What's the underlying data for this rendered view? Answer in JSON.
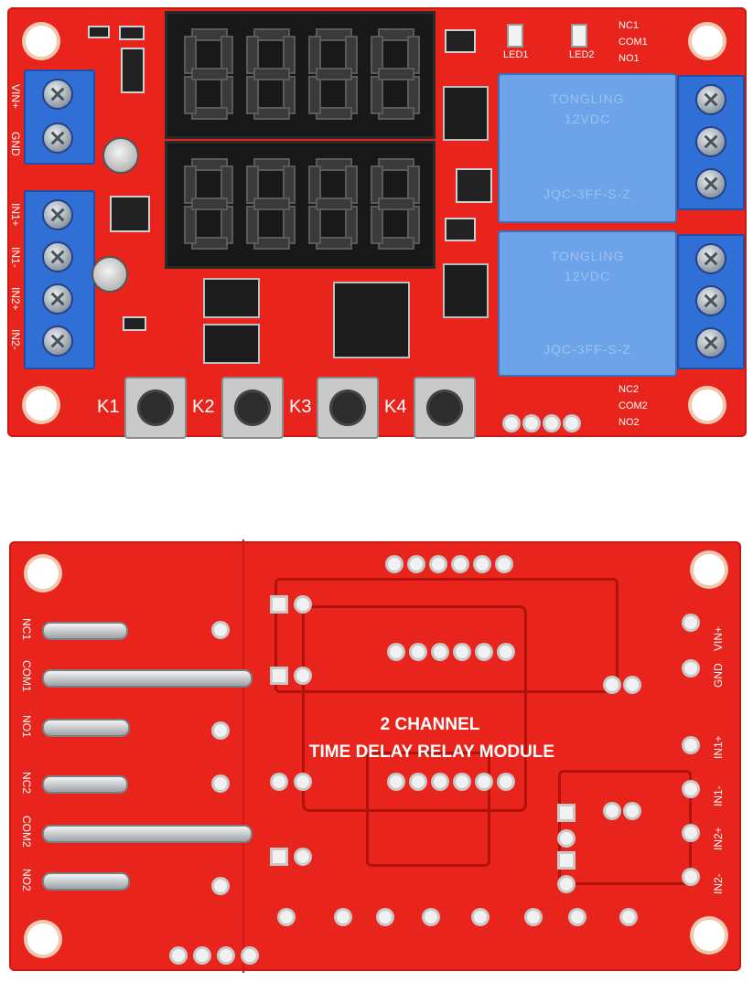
{
  "top_board": {
    "terminals_left": [
      "VIN+",
      "GND",
      "IN1+",
      "IN1-",
      "IN2+",
      "IN2-"
    ],
    "leds": [
      "LED1",
      "LED2"
    ],
    "relay1_contacts": [
      "NC1",
      "COM1",
      "NO1"
    ],
    "relay2_contacts": [
      "NC2",
      "COM2",
      "NO2"
    ],
    "relay_brand": "TONGLING",
    "relay_voltage": "12VDC",
    "relay_model": "JQC-3FF-S-Z",
    "buttons": [
      "K1",
      "K2",
      "K3",
      "K4"
    ]
  },
  "bottom_board": {
    "title_line1": "2 CHANNEL",
    "title_line2": "TIME DELAY RELAY MODULE",
    "left_labels": [
      "NC1",
      "COM1",
      "NO1",
      "NC2",
      "COM2",
      "NO2"
    ],
    "right_labels": [
      "VIN+",
      "GND",
      "IN1+",
      "IN1-",
      "IN2+",
      "IN2-"
    ]
  },
  "colors": {
    "pcb": "#e8241c",
    "terminal": "#2f6fd6",
    "relay": "#6da3e8"
  }
}
